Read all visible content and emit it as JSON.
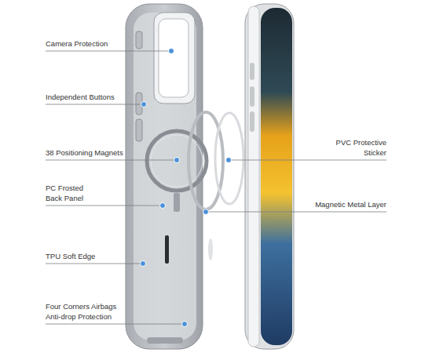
{
  "diagram": {
    "labels": [
      "Camera Protection",
      "Independent Buttons",
      "38 Positioning Magnets",
      "PC Frosted Back Panel",
      "TPU Soft Edge",
      "Four Corners Airbags Anti-drop Protection",
      "PVC Protective Sticker",
      "Magnetic Metal Layer"
    ]
  }
}
